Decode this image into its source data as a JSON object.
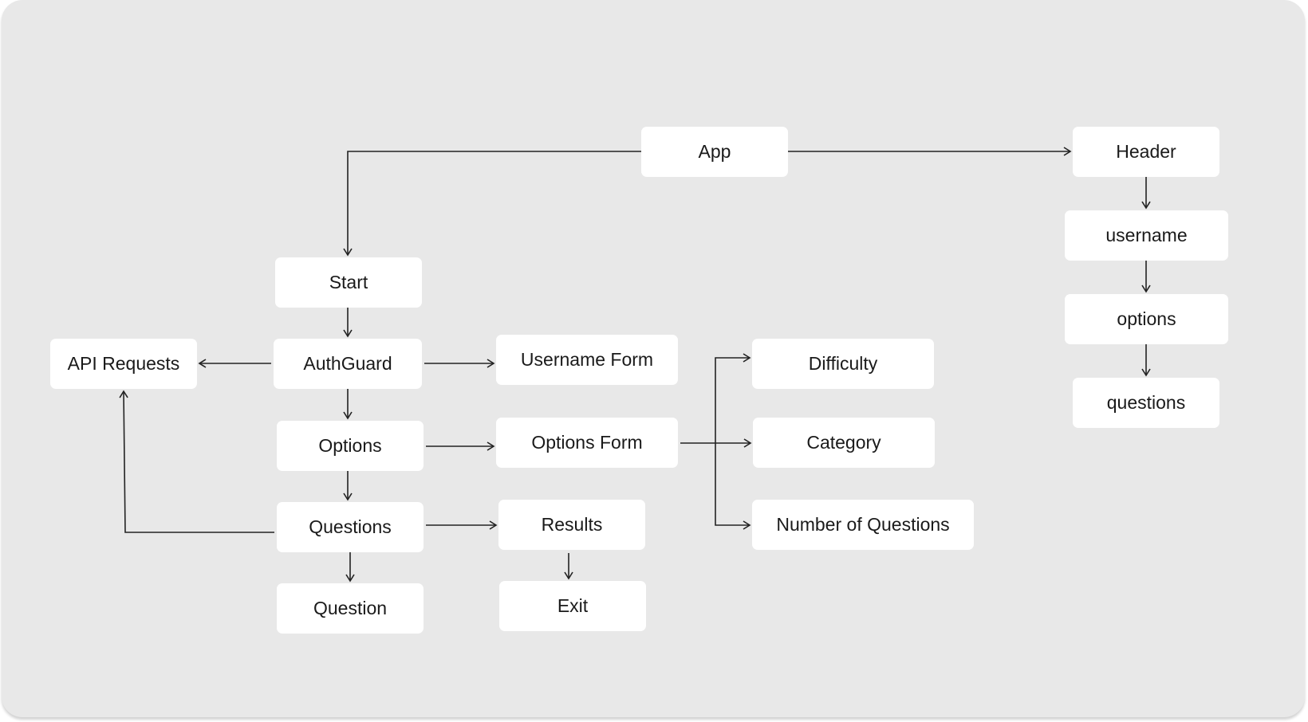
{
  "diagram": {
    "nodes": {
      "app": "App",
      "header": "Header",
      "header_username": "username",
      "header_options": "options",
      "header_questions": "questions",
      "start": "Start",
      "authguard": "AuthGuard",
      "api_requests": "API Requests",
      "username_form": "Username Form",
      "options": "Options",
      "options_form": "Options Form",
      "questions": "Questions",
      "results": "Results",
      "question": "Question",
      "exit": "Exit",
      "difficulty": "Difficulty",
      "category": "Category",
      "number_of_questions": "Number of Questions"
    },
    "edges": [
      {
        "from": "app",
        "to": "header"
      },
      {
        "from": "app",
        "to": "start"
      },
      {
        "from": "header",
        "to": "header_username"
      },
      {
        "from": "header_username",
        "to": "header_options"
      },
      {
        "from": "header_options",
        "to": "header_questions"
      },
      {
        "from": "start",
        "to": "authguard"
      },
      {
        "from": "authguard",
        "to": "api_requests"
      },
      {
        "from": "authguard",
        "to": "username_form"
      },
      {
        "from": "authguard",
        "to": "options"
      },
      {
        "from": "options",
        "to": "options_form"
      },
      {
        "from": "options",
        "to": "questions"
      },
      {
        "from": "options_form",
        "to": "difficulty"
      },
      {
        "from": "options_form",
        "to": "category"
      },
      {
        "from": "options_form",
        "to": "number_of_questions"
      },
      {
        "from": "questions",
        "to": "api_requests"
      },
      {
        "from": "questions",
        "to": "results"
      },
      {
        "from": "questions",
        "to": "question"
      },
      {
        "from": "results",
        "to": "exit"
      }
    ],
    "colors": {
      "background": "#e8e8e8",
      "node_fill": "#ffffff",
      "edge": "#222222",
      "text": "#1a1a1a"
    }
  }
}
